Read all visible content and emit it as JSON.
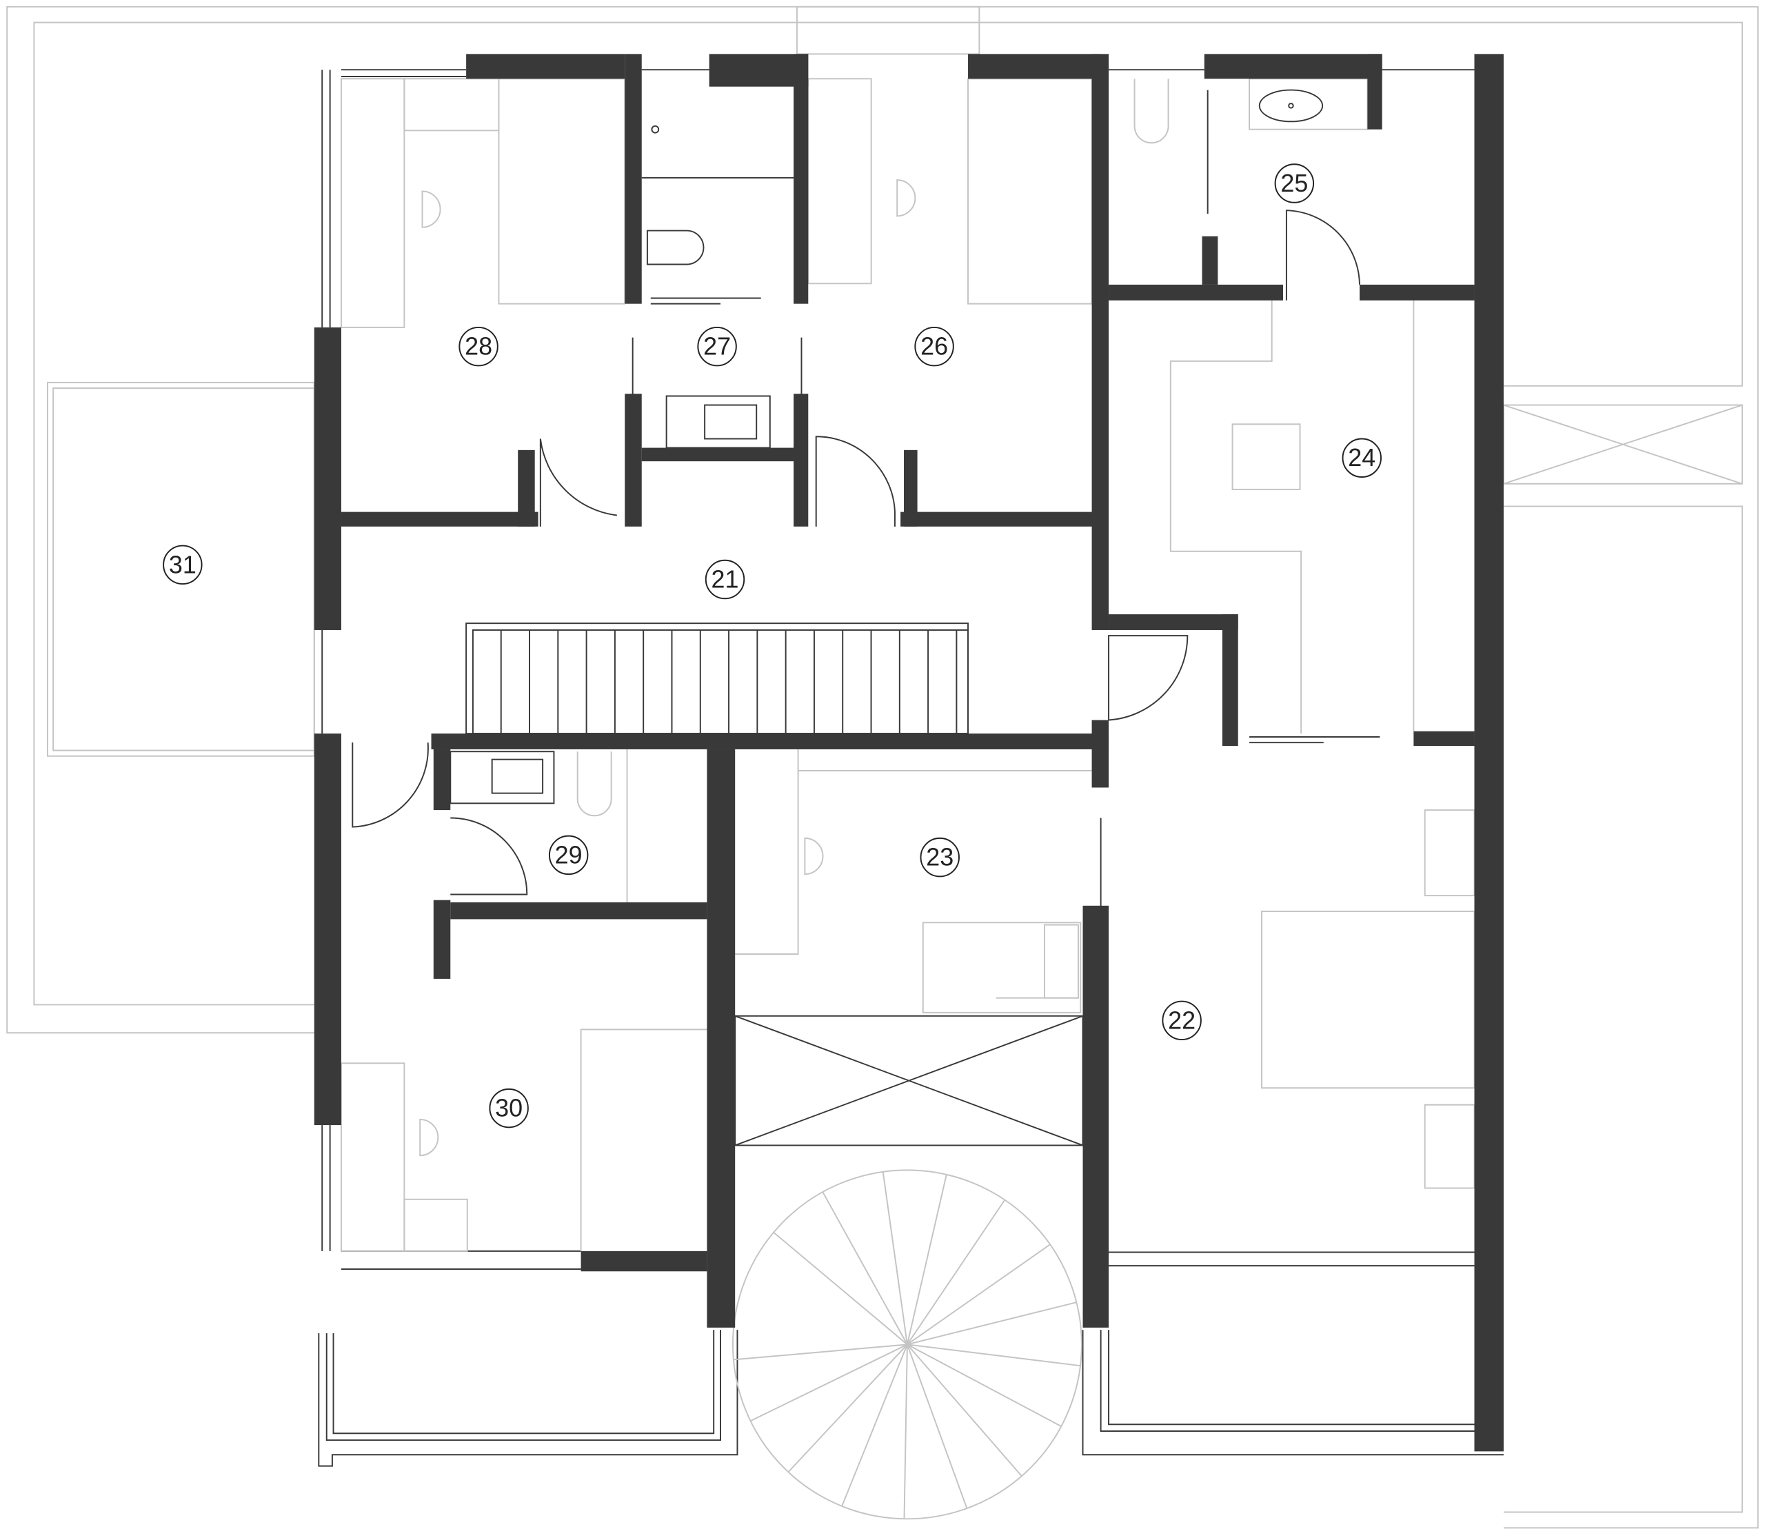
{
  "plan": {
    "wall_color": "#393939",
    "line_color": "#c4c4c4",
    "rooms": [
      {
        "id": "21",
        "label": "21"
      },
      {
        "id": "22",
        "label": "22"
      },
      {
        "id": "23",
        "label": "23"
      },
      {
        "id": "24",
        "label": "24"
      },
      {
        "id": "25",
        "label": "25"
      },
      {
        "id": "26",
        "label": "26"
      },
      {
        "id": "27",
        "label": "27"
      },
      {
        "id": "28",
        "label": "28"
      },
      {
        "id": "29",
        "label": "29"
      },
      {
        "id": "30",
        "label": "30"
      },
      {
        "id": "31",
        "label": "31"
      }
    ]
  }
}
